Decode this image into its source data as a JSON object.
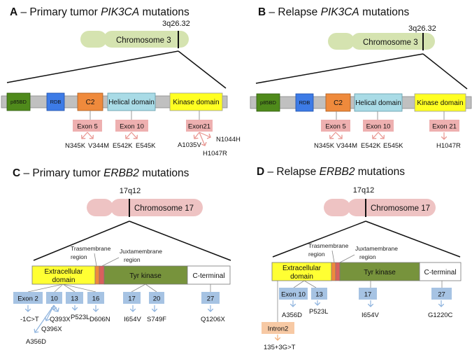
{
  "figure": {
    "colors": {
      "chr3": "#d5e3b0",
      "chr17": "#eec3c3",
      "backbone": "#c0c0c0",
      "p85bd": "#4f8a1b",
      "rbd": "#3d7be6",
      "c2": "#ef8a3c",
      "helical": "#a9dbe6",
      "kinase": "#ffff22",
      "pik3ca_exon": "#eeb0b0",
      "pik3ca_arrow": "#e8948f",
      "extracellular": "#ffff33",
      "transmembrane": "#ef8a3c",
      "juxtamembrane": "#d9605d",
      "tyr_kinase": "#77933c",
      "c_terminal": "#ffffff",
      "erbb2_exon": "#a6c3e3",
      "erbb2_arrow": "#8fb4de",
      "intron": "#f7c9a4",
      "intron_arrow": "#f2b07a"
    },
    "panels": [
      {
        "letter": "A",
        "title_pre": " – Primary tumor ",
        "gene": "PIK3CA",
        "title_post": " mutations",
        "chromosome": {
          "label": "Chromosome 3",
          "band": "3q26.32"
        },
        "domains": [
          "p85BD",
          "RDB",
          "C2",
          "Helical domain",
          "Kinase domain"
        ],
        "exons": [
          {
            "label": "Exon 5",
            "mutations": [
              "N345K",
              "V344M"
            ]
          },
          {
            "label": "Exon 10",
            "mutations": [
              "E542K",
              "E545K"
            ]
          },
          {
            "label": "Exon21",
            "mutations": [
              "A1035V",
              "H1047R",
              "N1044H"
            ]
          }
        ]
      },
      {
        "letter": "B",
        "title_pre": " – Relapse ",
        "gene": "PIK3CA",
        "title_post": " mutations",
        "chromosome": {
          "label": "Chromosome 3",
          "band": "3q26.32"
        },
        "domains": [
          "p85BD",
          "RDB",
          "C2",
          "Helical domain",
          "Kinase domain"
        ],
        "exons": [
          {
            "label": "Exon 5",
            "mutations": [
              "N345K",
              "V344M"
            ]
          },
          {
            "label": "Exon 10",
            "mutations": [
              "E542K",
              "E545K"
            ]
          },
          {
            "label": "Exon 21",
            "mutations": [
              "H1047R"
            ]
          }
        ]
      },
      {
        "letter": "C",
        "title_pre": " – Primary tumor ",
        "gene": "ERBB2",
        "title_post": " mutations",
        "chromosome": {
          "label": "Chromosome 17",
          "band": "17q12"
        },
        "regions": [
          "Trasmembrane region",
          "Juxtamembrane region"
        ],
        "domains": [
          "Extracellular domain",
          "Tyr kinase",
          "C-terminal"
        ],
        "exons": [
          {
            "label": "Exon 2",
            "mutations": [
              "-1C>T"
            ]
          },
          {
            "label": "10",
            "mutations": [
              "Q393X",
              "Q396X",
              "A356D"
            ]
          },
          {
            "label": "13",
            "mutations": [
              "P523L"
            ]
          },
          {
            "label": "16",
            "mutations": [
              "D606N"
            ]
          },
          {
            "label": "17",
            "mutations": [
              "I654V"
            ]
          },
          {
            "label": "20",
            "mutations": [
              "S749F"
            ]
          },
          {
            "label": "27",
            "mutations": [
              "Q1206X"
            ]
          }
        ]
      },
      {
        "letter": "D",
        "title_pre": " – Relapse ",
        "gene": "ERBB2",
        "title_post": " mutations",
        "chromosome": {
          "label": "Chromosome 17",
          "band": "17q12"
        },
        "regions": [
          "Trasmembrane region",
          "Juxtamembrane region"
        ],
        "domains": [
          "Extracellular domain",
          "Tyr kinase",
          "C-terminal"
        ],
        "exons": [
          {
            "label": "Exon 10",
            "mutations": [
              "A356D"
            ]
          },
          {
            "label": "13",
            "mutations": [
              "P523L"
            ]
          },
          {
            "label": "17",
            "mutations": [
              "I654V"
            ]
          },
          {
            "label": "27",
            "mutations": [
              "G1220C"
            ]
          }
        ],
        "intron": {
          "label": "Intron2",
          "mutations": [
            "135+3G>T"
          ]
        }
      }
    ]
  }
}
